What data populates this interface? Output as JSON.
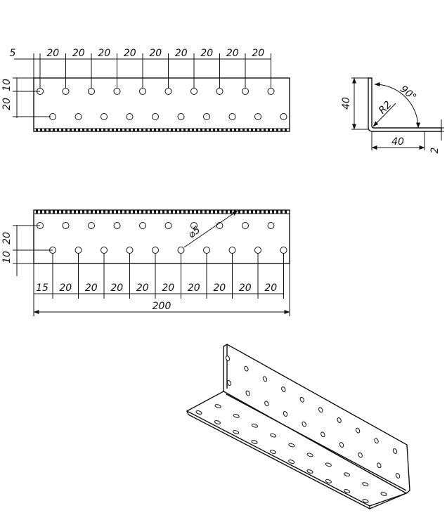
{
  "views": {
    "top_view": {
      "spacing_labels": [
        "5",
        "20",
        "20",
        "20",
        "20",
        "20",
        "20",
        "20",
        "20",
        "20"
      ],
      "vertical_labels": [
        "10",
        "20"
      ]
    },
    "side_view": {
      "labels": {
        "height": "40",
        "width": "40",
        "radius": "R2",
        "angle": "90°",
        "thickness": "2"
      }
    },
    "bottom_view": {
      "spacing_labels": [
        "15",
        "20",
        "20",
        "20",
        "20",
        "20",
        "20",
        "20",
        "20",
        "20"
      ],
      "vertical_labels": [
        "20",
        "10"
      ],
      "hole_label": "⌀5",
      "total_label": "200"
    },
    "iso_view": {}
  },
  "colors": {
    "line": "#111111",
    "background": "#ffffff"
  }
}
